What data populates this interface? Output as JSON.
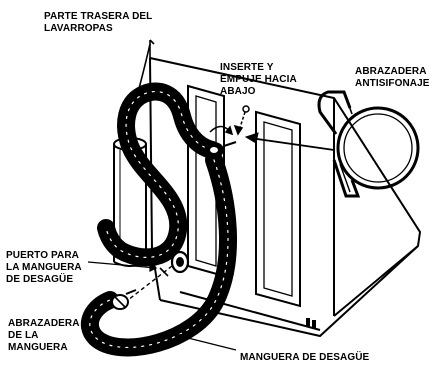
{
  "labels": {
    "rear_line1": "PARTE TRASERA DEL",
    "rear_line2": "LAVARROPAS",
    "insert_line1": "INSERTE Y",
    "insert_line2": "EMPUJE HACIA",
    "insert_line3": "ABAJO",
    "clamp_line1": "ABRAZADERA",
    "clamp_line2": "ANTISIFONAJE",
    "port_line1": "PUERTO PARA",
    "port_line2": "LA MANGUERA",
    "port_line3": "DE DESAGÜE",
    "hoseclamp_line1": "ABRAZADERA",
    "hoseclamp_line2": "DE LA",
    "hoseclamp_line3": "MANGUERA",
    "drainhose": "MANGUERA DE DESAGÜE"
  },
  "colors": {
    "ink": "#000000",
    "paper": "#ffffff"
  }
}
